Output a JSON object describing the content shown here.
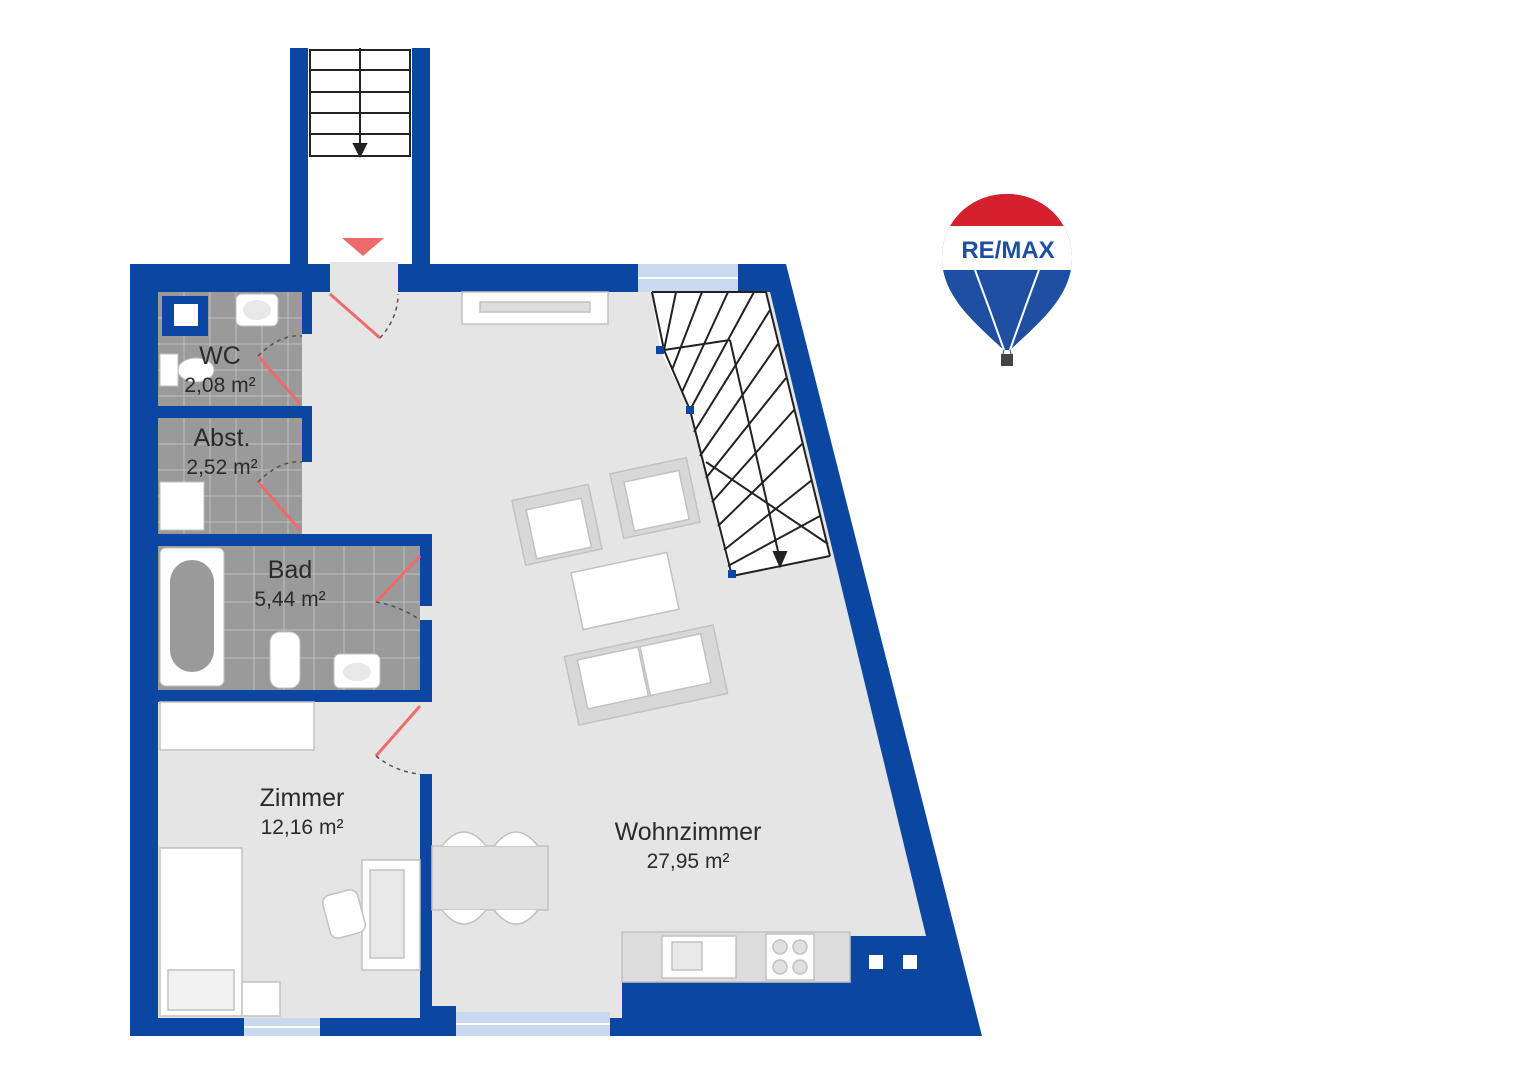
{
  "logo": {
    "text": "RE/MAX"
  },
  "colors": {
    "wall": "#0b47a1",
    "floor": "#e5e5e5",
    "tile": "#9a9a9a",
    "tile_line": "#bdbdbd",
    "door_leaf": "#ef6b6b",
    "window": "#c9d9ef",
    "furniture": "#ffffff",
    "furniture_stroke": "#c2c2c2",
    "stair_line": "#222222",
    "entry_arrow": "#ef6b6b",
    "logo_red": "#d6202e",
    "logo_blue": "#1f4fa1"
  },
  "rooms": [
    {
      "id": "wc",
      "name": "WC",
      "area": "2,08 m²"
    },
    {
      "id": "abst",
      "name": "Abst.",
      "area": "2,52 m²"
    },
    {
      "id": "bad",
      "name": "Bad",
      "area": "5,44 m²"
    },
    {
      "id": "zimmer",
      "name": "Zimmer",
      "area": "12,16 m²"
    },
    {
      "id": "wohnzimmer",
      "name": "Wohnzimmer",
      "area": "27,95 m²"
    }
  ]
}
